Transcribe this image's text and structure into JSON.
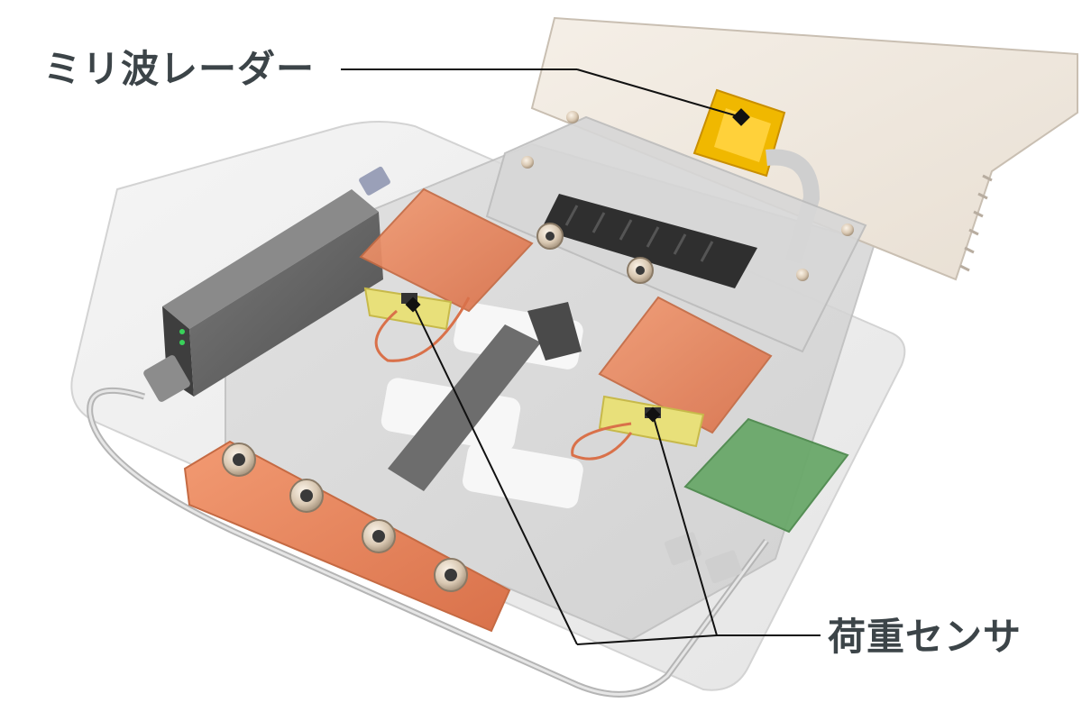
{
  "callouts": {
    "radar": "ミリ波レーダー",
    "load_sensor": "荷重センサ"
  },
  "colors": {
    "label_text": "#3c4448",
    "leader_line": "#111111",
    "copper": "#e8845a",
    "radar_chip": "#f0b800"
  },
  "icons": {
    "leader_endpoint": "diamond-marker"
  }
}
